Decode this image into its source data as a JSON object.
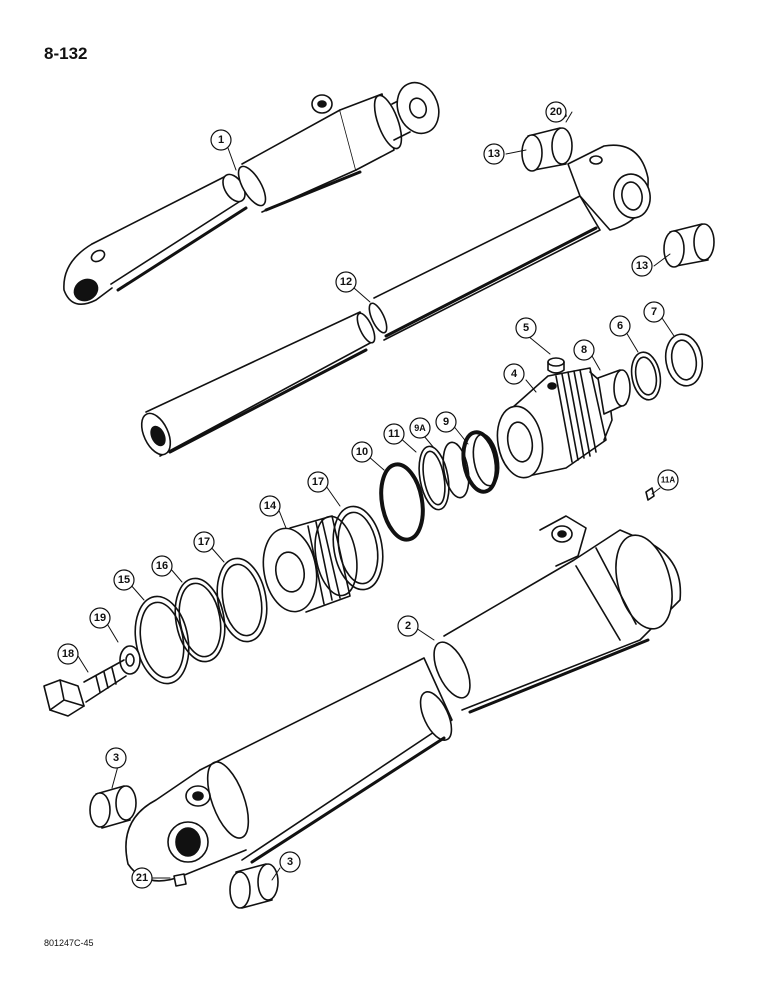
{
  "header": {
    "page_number": "8-132"
  },
  "footer": {
    "drawing_code": "801247C-45"
  },
  "callouts": {
    "c1": "1",
    "c2": "2",
    "c3a": "3",
    "c3b": "3",
    "c4": "4",
    "c5": "5",
    "c6": "6",
    "c7": "7",
    "c8": "8",
    "c9": "9",
    "c9a": "9A",
    "c10": "10",
    "c11": "11",
    "c11a": "11A",
    "c12": "12",
    "c13a": "13",
    "c13b": "13",
    "c14": "14",
    "c15": "15",
    "c16": "16",
    "c17a": "17",
    "c17b": "17",
    "c18": "18",
    "c19": "19",
    "c20": "20",
    "c21": "21"
  }
}
